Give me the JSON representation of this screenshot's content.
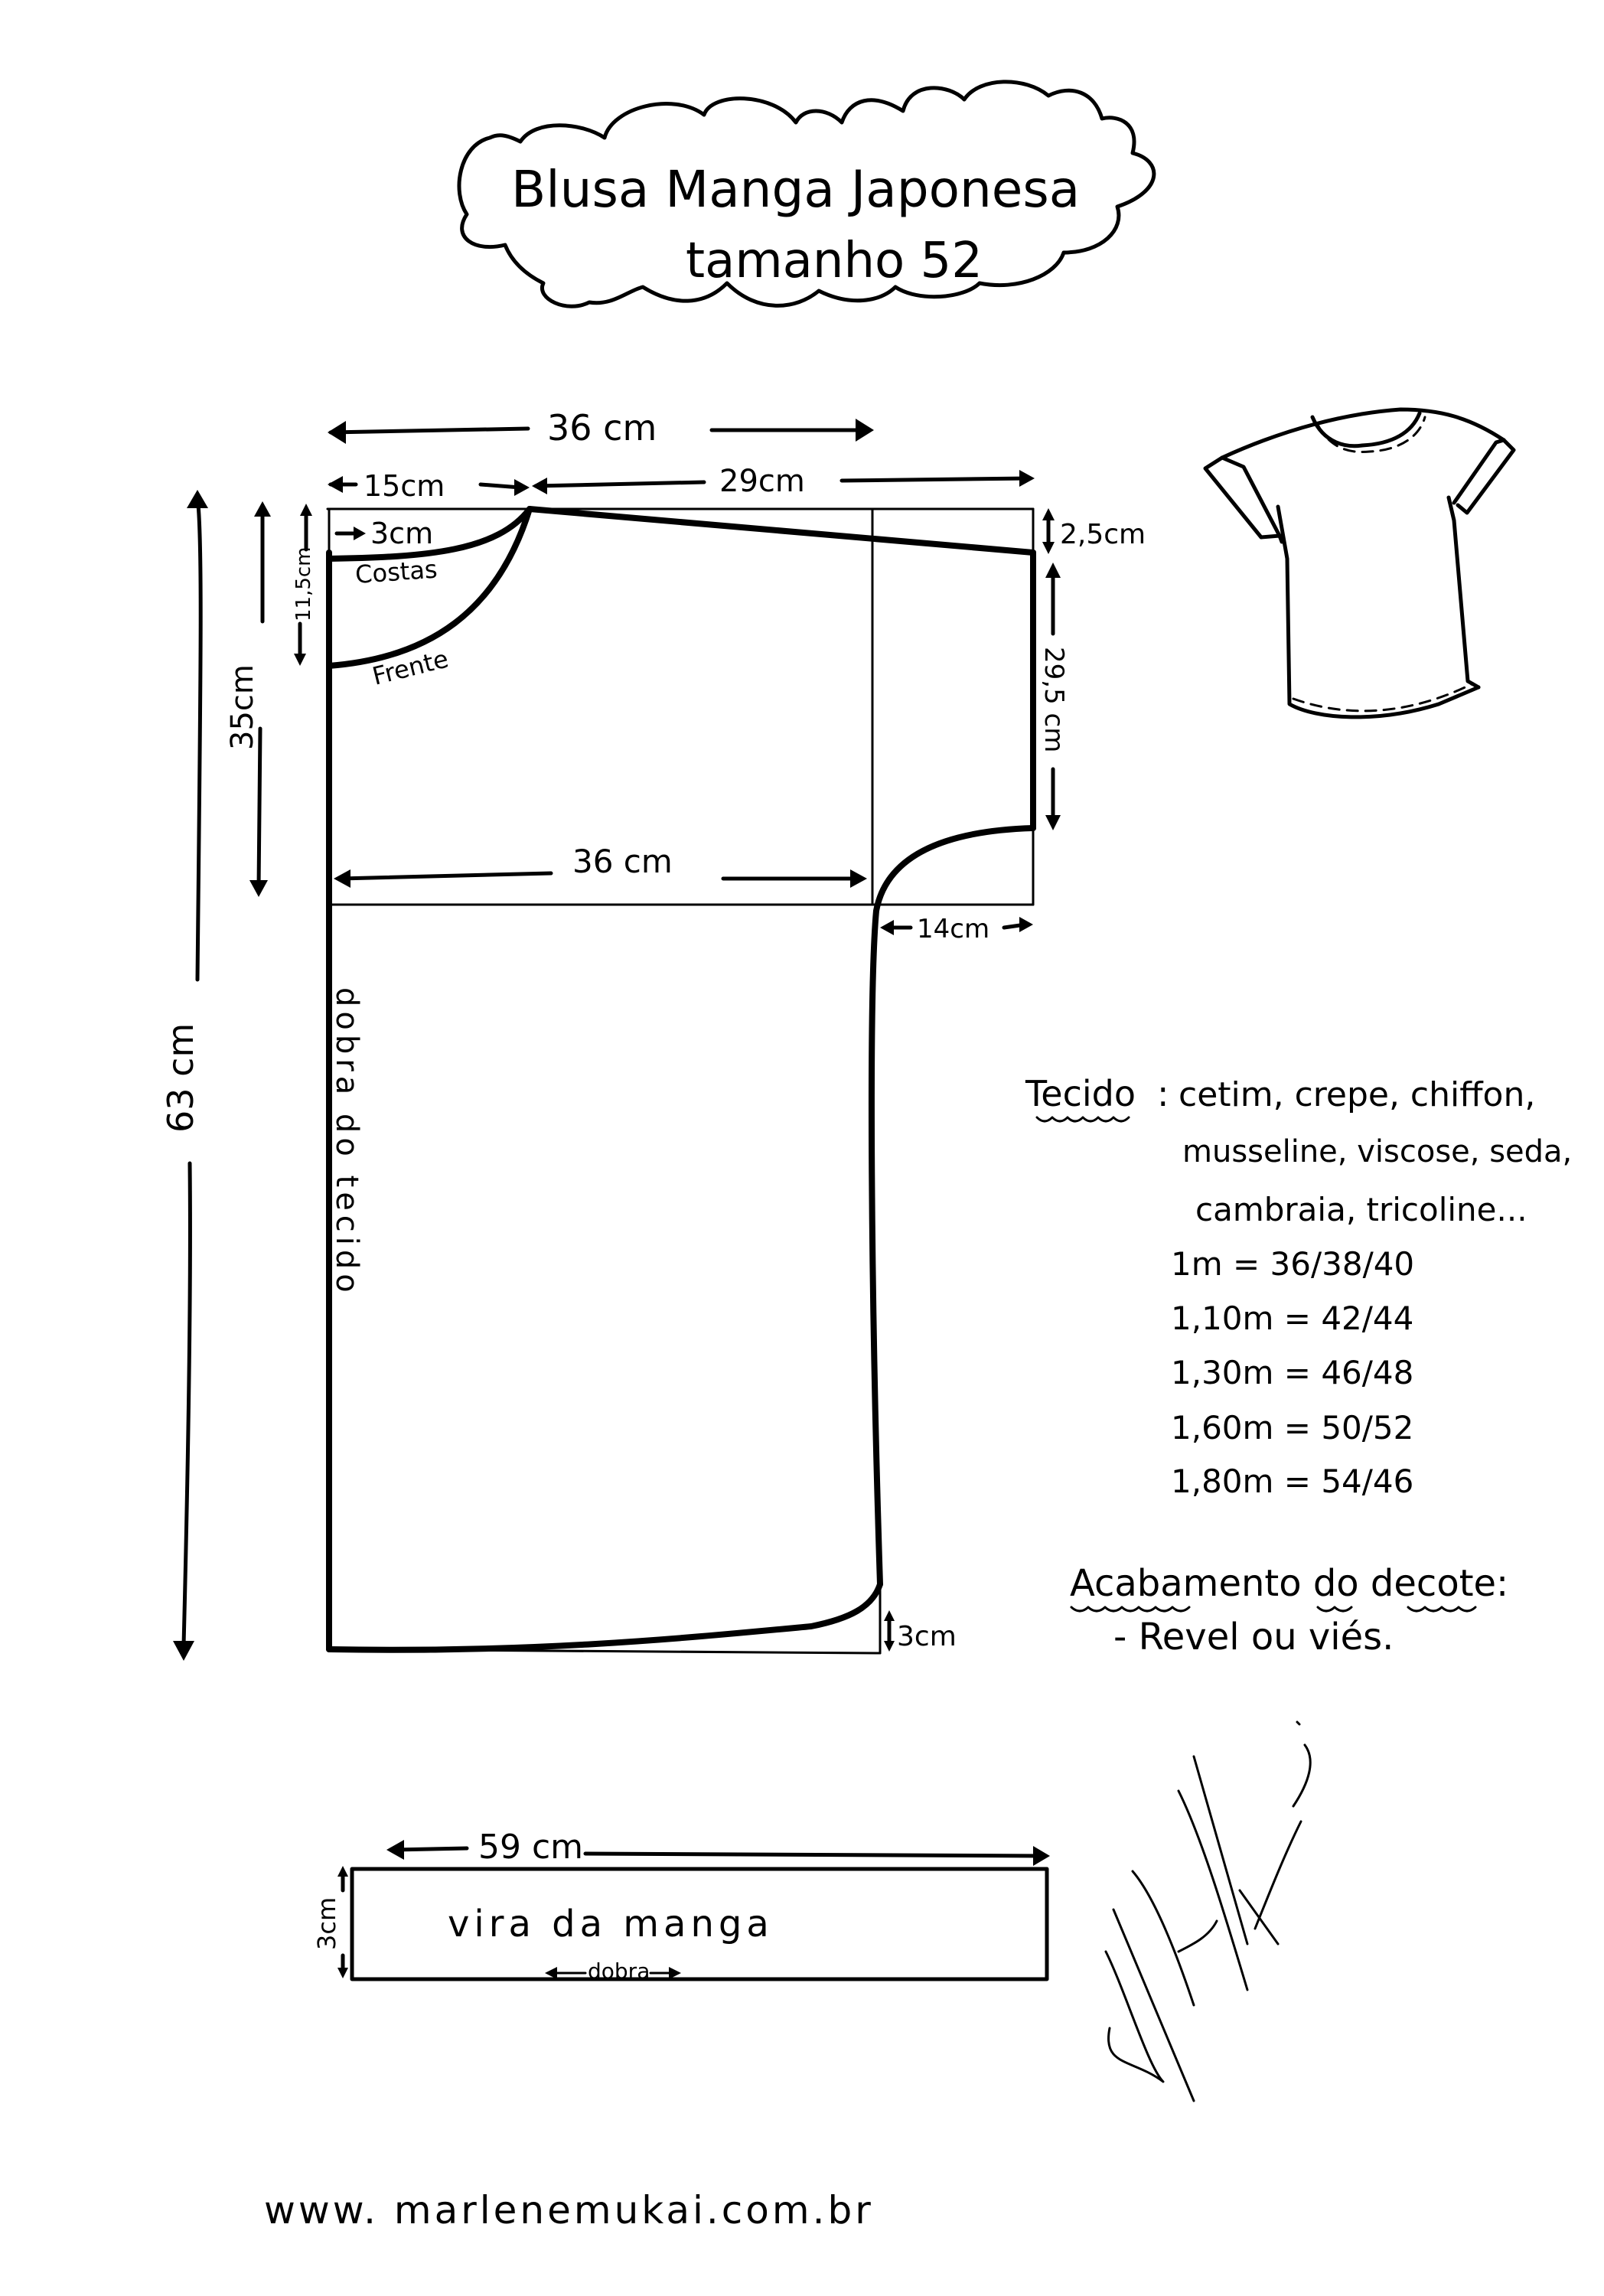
{
  "title": {
    "line1": "Blusa Manga Japonesa",
    "line2": "tamanho 52"
  },
  "pattern": {
    "top_total_width": "36 cm",
    "neck_width": "15cm",
    "shoulder_width": "29cm",
    "neck_depth_back": "3cm",
    "label_back": "Costas",
    "label_front": "Frente",
    "neck_depth_front": "11,5cm",
    "shoulder_drop": "2,5cm",
    "sleeve_height": "29,5 cm",
    "armhole_depth": "35cm",
    "bust_width": "36 cm",
    "sleeve_extension": "14cm",
    "total_length": "63 cm",
    "fold_label": "dobra do tecido",
    "hem_curve": "3cm"
  },
  "sleeve_band": {
    "width": "59 cm",
    "height": "3cm",
    "label": "vira da manga",
    "fold": "dobra"
  },
  "notes": {
    "fabric_title": "Tecido",
    "fabric_list": [
      "cetim, crepe, chiffon,",
      "musseline, viscose, seda,",
      "cambraia, tricoline..."
    ],
    "yardage": [
      "1m = 36/38/40",
      "1,10m = 42/44",
      "1,30m = 46/48",
      "1,60m = 50/52",
      "1,80m = 54/46"
    ],
    "finish_title": "Acabamento do decote:",
    "finish_value": "- Revel ou viés."
  },
  "illustration": {
    "icon": "t-shirt-sketch-icon"
  },
  "signature": "Marlene Mukai",
  "footer": {
    "url": "www. marlenemukai.com.br"
  }
}
